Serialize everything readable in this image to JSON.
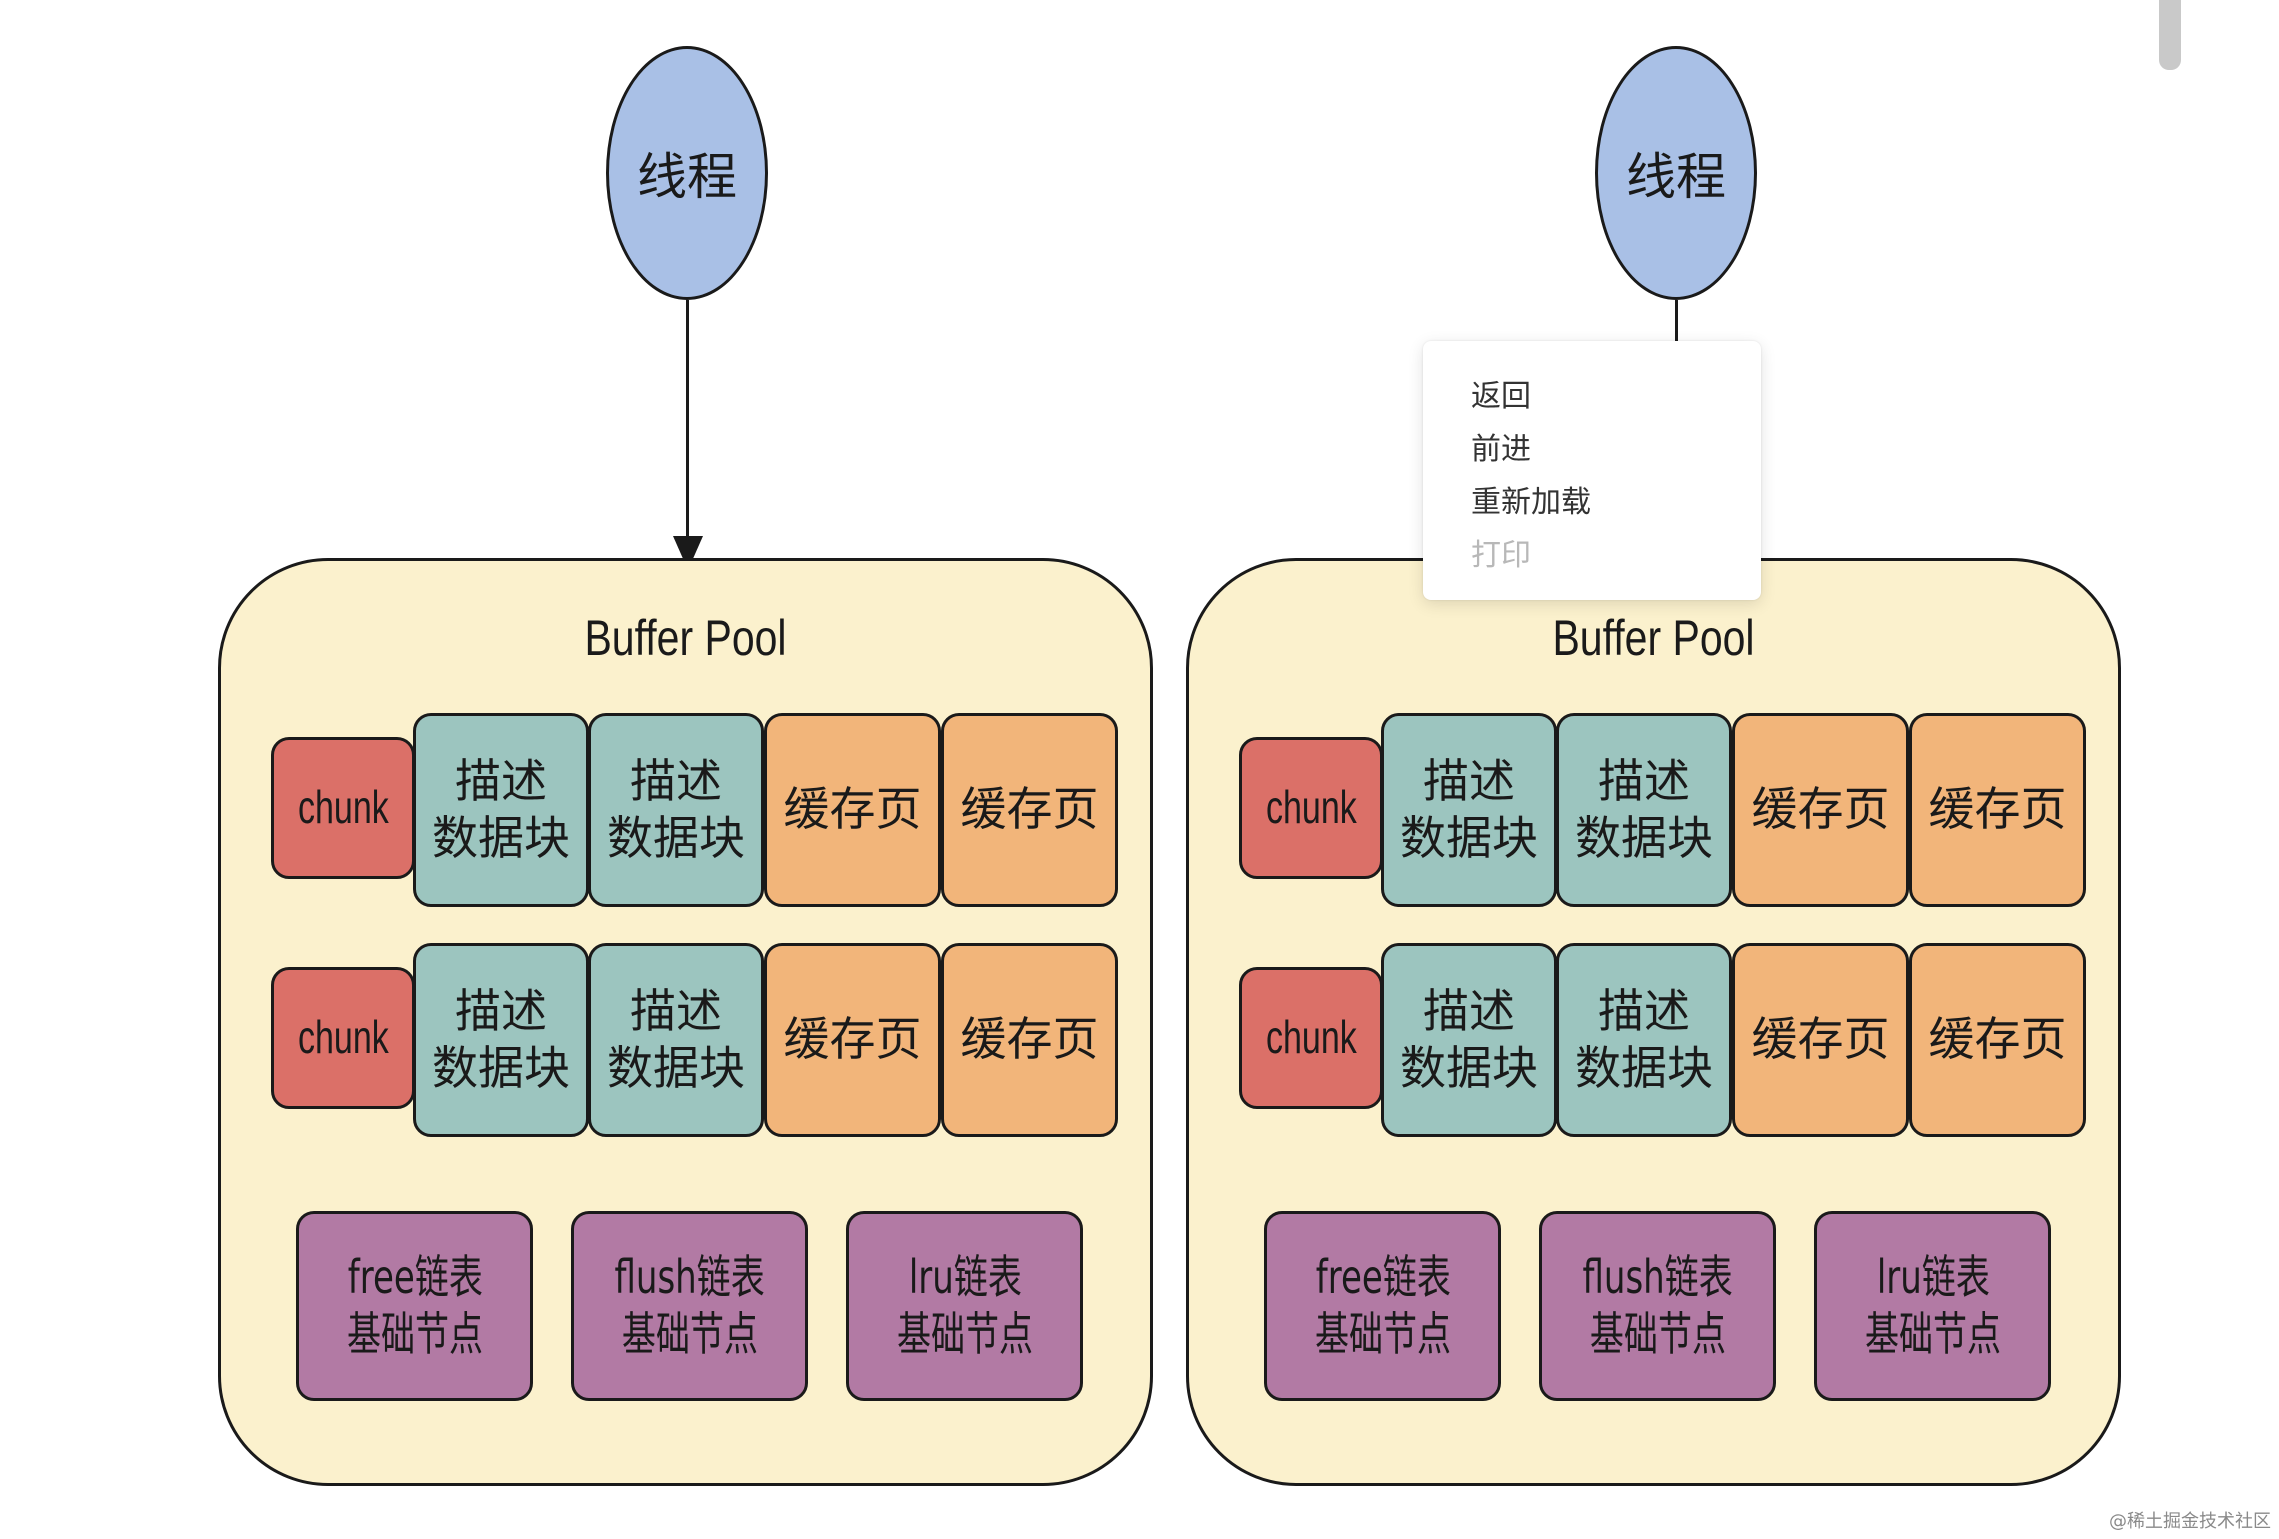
{
  "thread_label": "线程",
  "pool_title": "Buffer Pool",
  "chunk_label": "chunk",
  "descriptor_label": [
    "描述",
    "数据块"
  ],
  "cache_page_label": "缓存页",
  "lists": [
    {
      "line1": "free链表",
      "line2": "基础节点"
    },
    {
      "line1": "flush链表",
      "line2": "基础节点"
    },
    {
      "line1": "lru链表",
      "line2": "基础节点"
    }
  ],
  "context_menu": {
    "items": [
      {
        "label": "返回",
        "enabled": true
      },
      {
        "label": "前进",
        "enabled": true
      },
      {
        "label": "重新加载",
        "enabled": true
      },
      {
        "label": "打印",
        "enabled": false
      }
    ]
  },
  "watermark": "@稀土掘金技术社区",
  "colors": {
    "thread": "#a9c0e6",
    "pool": "#fbf1cd",
    "chunk": "#db7068",
    "descriptor": "#9cc5bf",
    "cache_page": "#f2b57a",
    "list_node": "#b27aa4"
  }
}
